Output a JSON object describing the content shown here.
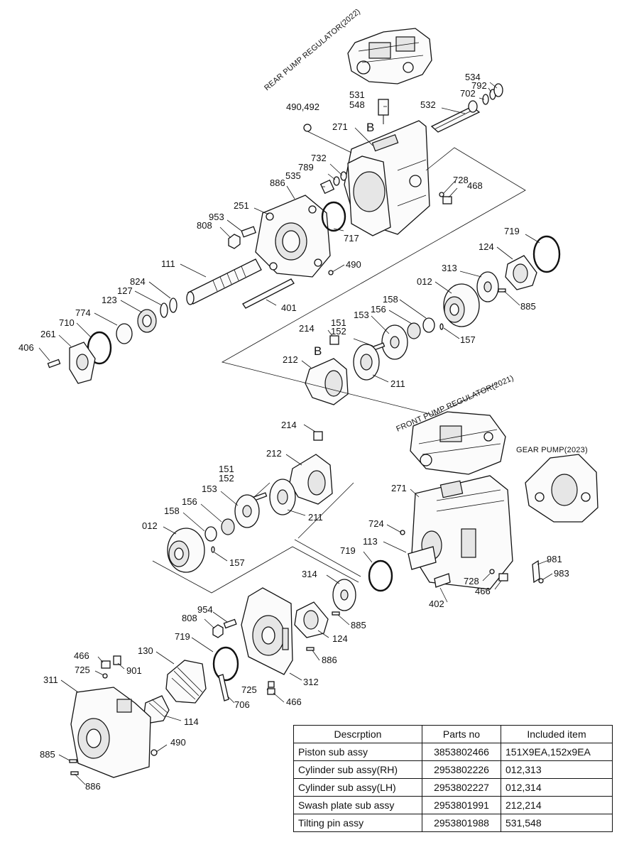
{
  "captions": {
    "rear_regulator": "REAR PUMP REGULATOR(2022)",
    "front_regulator": "FRONT PUMP REGULATOR(2021)",
    "gear_pump": "GEAR PUMP(2023)"
  },
  "view_markers": {
    "b_top": "B",
    "b_mid": "B"
  },
  "callouts_upper": {
    "c534": "534",
    "c792": "792",
    "c702": "702",
    "c531": "531",
    "c548": "548",
    "c532": "532",
    "c490_492": "490,492",
    "c271": "271",
    "c732": "732",
    "c789": "789",
    "c535": "535",
    "c728": "728",
    "c468": "468",
    "c886": "886",
    "c251": "251",
    "c953": "953",
    "c808": "808",
    "c717": "717",
    "c719": "719",
    "c124": "124",
    "c111": "111",
    "c490": "490",
    "c313": "313",
    "c012": "012",
    "c824": "824",
    "c127": "127",
    "c123": "123",
    "c158": "158",
    "c156": "156",
    "c153": "153",
    "c885": "885",
    "c774": "774",
    "c401": "401",
    "c151": "151",
    "c152": "152",
    "c214": "214",
    "c157": "157",
    "c710": "710",
    "c261": "261",
    "c406": "406",
    "c212": "212",
    "c211": "211"
  },
  "callouts_lower": {
    "c214": "214",
    "c212": "212",
    "c151": "151",
    "c152": "152",
    "c153": "153",
    "c271": "271",
    "c156": "156",
    "c158": "158",
    "c211": "211",
    "c724": "724",
    "c012": "012",
    "c113": "113",
    "c719a": "719",
    "c157": "157",
    "c981": "981",
    "c983": "983",
    "c314": "314",
    "c728": "728",
    "c466a": "466",
    "c402": "402",
    "c954": "954",
    "c808": "808",
    "c885a": "885",
    "c719b": "719",
    "c124": "124",
    "c130": "130",
    "c886a": "886",
    "c466b": "466",
    "c901": "901",
    "c725a": "725",
    "c312": "312",
    "c311": "311",
    "c725b": "725",
    "c706": "706",
    "c466c": "466",
    "c114": "114",
    "c490": "490",
    "c885b": "885",
    "c886b": "886"
  },
  "parts_table": {
    "headers": [
      "Descrption",
      "Parts no",
      "Included item"
    ],
    "rows": [
      [
        "Piston sub assy",
        "3853802466",
        "151X9EA,152x9EA"
      ],
      [
        "Cylinder sub assy(RH)",
        "2953802226",
        "012,313"
      ],
      [
        "Cylinder sub assy(LH)",
        "2953802227",
        "012,314"
      ],
      [
        "Swash plate sub assy",
        "2953801991",
        "212,214"
      ],
      [
        "Tilting pin assy",
        "2953801988",
        "531,548"
      ]
    ]
  }
}
